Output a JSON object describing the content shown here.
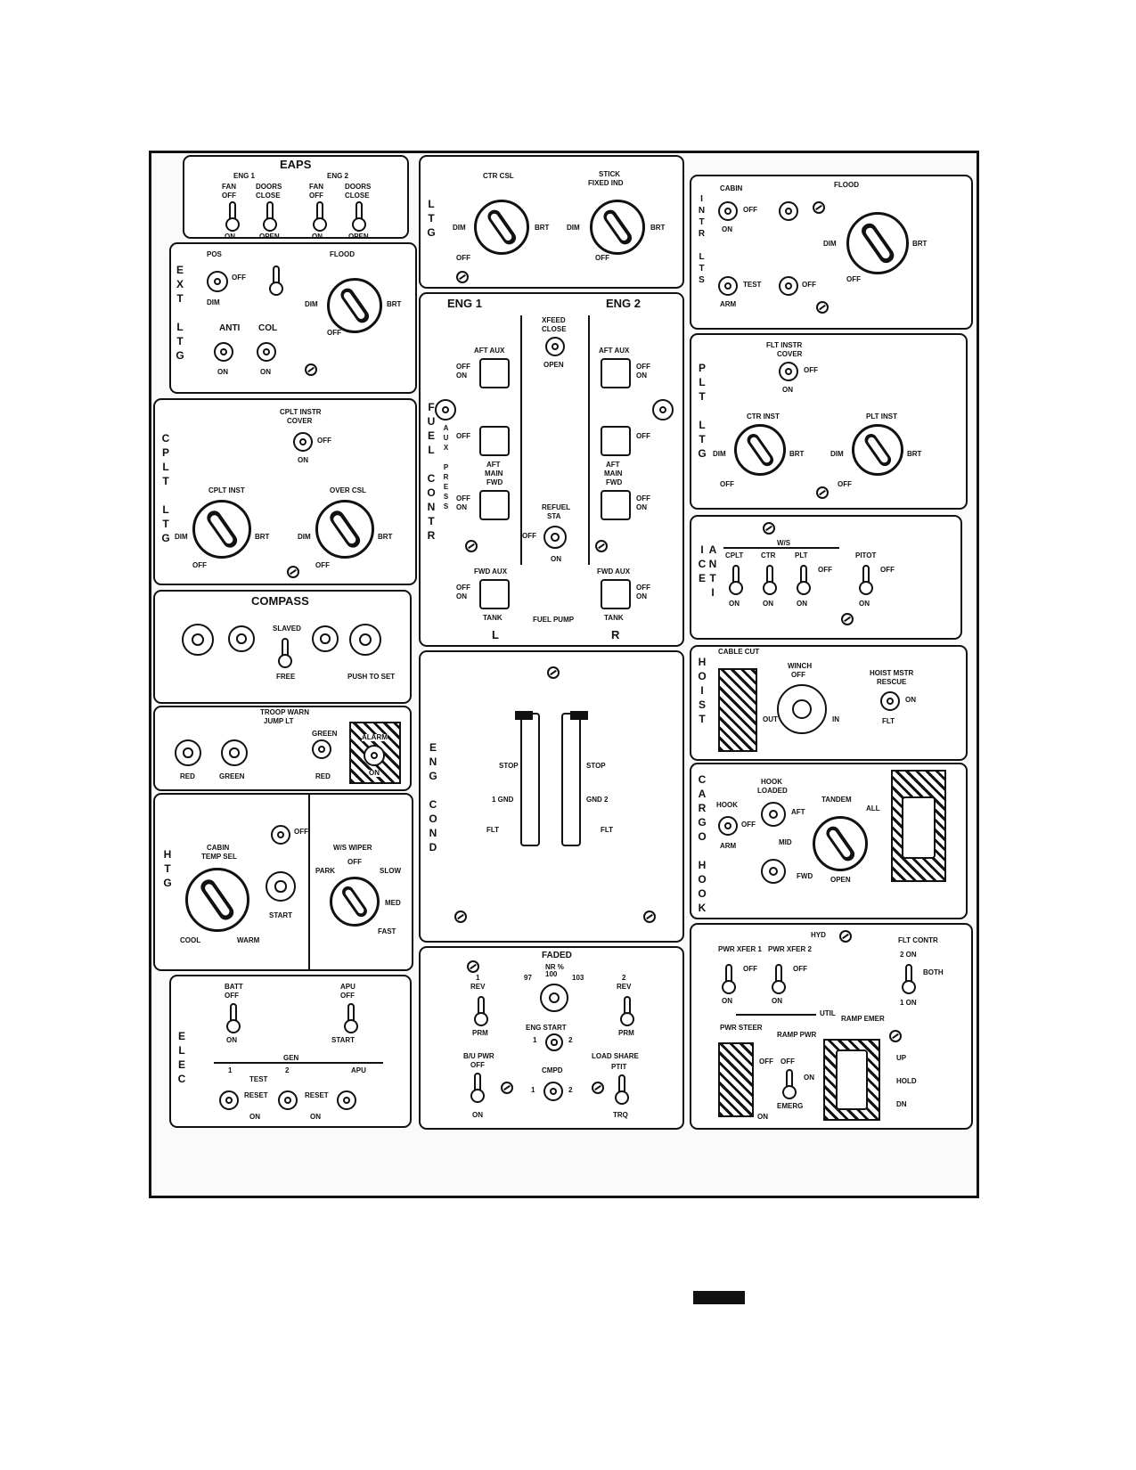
{
  "panels": {
    "eaps": {
      "title": "EAPS",
      "eng1": "ENG 1",
      "eng2": "ENG 2",
      "fan": "FAN",
      "off": "OFF",
      "on": "ON",
      "doors": "DOORS",
      "close": "CLOSE",
      "open": "OPEN"
    },
    "ltg_top": {
      "side": "LTG",
      "ctr_csl": "CTR CSL",
      "stick": "STICK",
      "fixed_ind": "FIXED IND",
      "off": "OFF",
      "dim": "DIM",
      "brt": "BRT"
    },
    "intr_lts": {
      "side": "INTR LTS",
      "cabin": "CABIN",
      "flood": "FLOOD",
      "dim": "DIM",
      "brt": "BRT",
      "off": "OFF",
      "on": "ON",
      "test": "TEST",
      "arm": "ARM"
    },
    "ext_ltg": {
      "side": "EXT LTG",
      "pos": "POS",
      "flood": "FLOOD",
      "anti": "ANTI",
      "col": "COL",
      "off": "OFF",
      "dim": "DIM",
      "brt": "BRT",
      "on": "ON"
    },
    "fuel_contr": {
      "side": "FUEL CONTR",
      "eng1": "ENG 1",
      "eng2": "ENG 2",
      "xfeed": "XFEED",
      "close": "CLOSE",
      "open": "OPEN",
      "aft_aux": "AFT AUX",
      "aft": "AFT",
      "main": "MAIN",
      "fwd": "FWD",
      "fwd_aux": "FWD AUX",
      "off": "OFF",
      "on": "ON",
      "aux_press": "AUX PRESS",
      "refuel": "REFUEL",
      "sta": "STA",
      "tank": "TANK",
      "fuel_pump": "FUEL PUMP",
      "left": "L",
      "right": "R"
    },
    "plt_ltg": {
      "side": "PLT LTG",
      "flt_instr": "FLT INSTR",
      "cover": "COVER",
      "ctr_inst": "CTR INST",
      "plt_inst": "PLT INST",
      "off": "OFF",
      "dim": "DIM",
      "brt": "BRT",
      "on": "ON"
    },
    "cplt_ltg": {
      "side": "CPLT LTG",
      "cplt_instr": "CPLT INSTR",
      "cover": "COVER",
      "cplt_inst": "CPLT INST",
      "over_csl": "OVER CSL",
      "off": "OFF",
      "dim": "DIM",
      "brt": "BRT",
      "on": "ON"
    },
    "anti_ice": {
      "side": "ANTI ICE",
      "ws": "W/S",
      "cplt": "CPLT",
      "ctr": "CTR",
      "plt": "PLT",
      "pitot": "PITOT",
      "off": "OFF",
      "on": "ON"
    },
    "compass": {
      "title": "COMPASS",
      "slaved": "SLAVED",
      "free": "FREE",
      "push_to_set": "PUSH TO SET"
    },
    "eng_cond": {
      "side": "ENG COND",
      "stop": "STOP",
      "gnd1": "1 GND",
      "gnd2": "GND 2",
      "flt": "FLT"
    },
    "hoist": {
      "side": "HOIST",
      "cable_cut": "CABLE CUT",
      "winch": "WINCH",
      "off": "OFF",
      "out": "OUT",
      "in": "IN",
      "hoist_master": "HOIST MSTR",
      "rescue": "RESCUE",
      "on": "ON",
      "flt": "FLT"
    },
    "troop_warn": {
      "title": "TROOP WARN",
      "jump_lt": "JUMP LT",
      "red": "RED",
      "green": "GREEN",
      "alarm": "ALARM",
      "on": "ON"
    },
    "htg": {
      "side": "HTG",
      "cabin": "CABIN",
      "temp_sel": "TEMP SEL",
      "cool": "COOL",
      "warm": "WARM",
      "start": "START",
      "ws_wiper": "W/S WIPER",
      "park": "PARK",
      "off": "OFF",
      "slow": "SLOW",
      "med": "MED",
      "fast": "FAST"
    },
    "cargo_hook": {
      "side": "CARGO HOOK",
      "hook": "HOOK",
      "loaded": "LOADED",
      "open": "OPEN",
      "tandem": "TANDEM",
      "aft": "AFT",
      "all": "ALL",
      "mid": "MID",
      "fwd": "FWD",
      "arm": "ARM",
      "off": "OFF"
    },
    "elec": {
      "side": "ELEC",
      "batt": "BATT",
      "apu": "APU",
      "off": "OFF",
      "on": "ON",
      "start": "START",
      "gen": "GEN",
      "test": "TEST",
      "reset": "RESET",
      "gen1": "1",
      "gen2": "2"
    },
    "center_bottom": {
      "faded": "FADED",
      "nr": "NR %",
      "n97": "97",
      "n100": "100",
      "n103": "103",
      "eng1": "1",
      "eng2": "2",
      "rev": "REV",
      "prm": "PRM",
      "eng_start": "ENG START",
      "bu_pwr": "B/U PWR",
      "off": "OFF",
      "on": "ON",
      "cmpd": "CMPD",
      "load_share": "LOAD SHARE",
      "ptit": "PTIT",
      "trq": "TRQ"
    },
    "hyd": {
      "title": "HYD",
      "pwr_xfer1": "PWR XFER 1",
      "pwr_xfer2": "PWR XFER 2",
      "flt_contr": "FLT CONTR",
      "two_on": "2 ON",
      "both": "BOTH",
      "one_on": "1 ON",
      "off": "OFF",
      "on": "ON",
      "util": "UTIL",
      "pwr_steer": "PWR STEER",
      "ramp_pwr": "RAMP PWR",
      "emerg": "EMERG",
      "ramp_emer": "RAMP EMER",
      "up": "UP",
      "hold": "HOLD",
      "dn": "DN"
    }
  }
}
